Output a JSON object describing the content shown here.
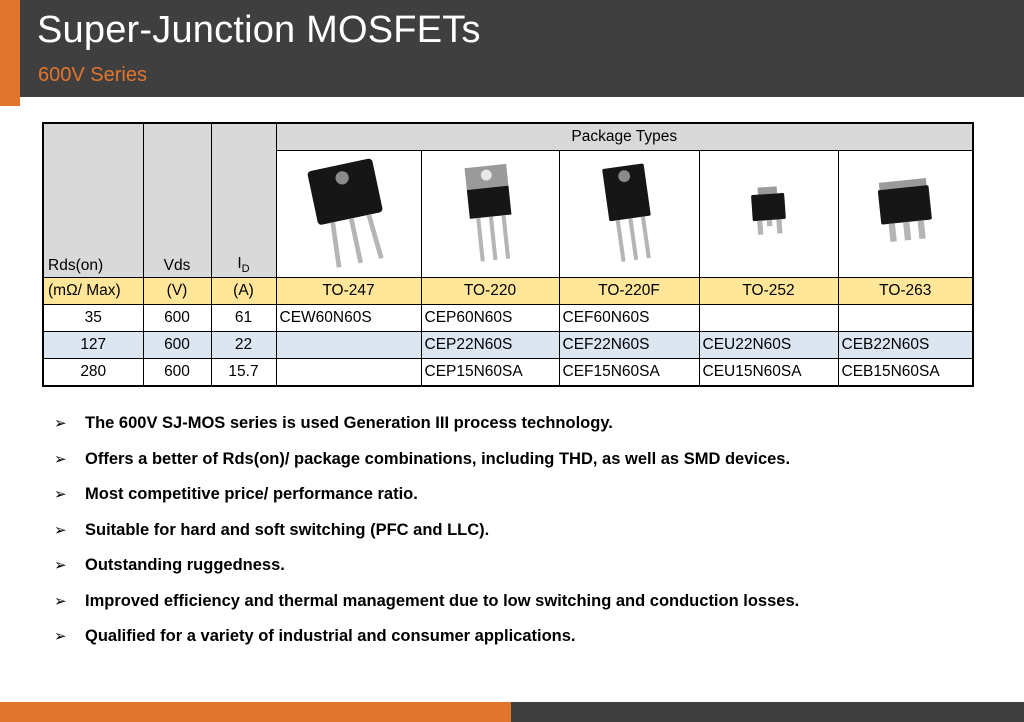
{
  "slide": {
    "title": "Super-Junction MOSFETs",
    "subtitle": "600V Series"
  },
  "table": {
    "package_types_header": "Package Types",
    "col_headers": {
      "rds": "Rds(on)",
      "rds_unit": "(mΩ/ Max)",
      "vds": "Vds",
      "vds_unit": "(V)",
      "id_main": "I",
      "id_sub": "D",
      "id_unit": "(A)"
    },
    "packages": [
      "TO-247",
      "TO-220",
      "TO-220F",
      "TO-252",
      "TO-263"
    ],
    "rows": [
      {
        "rds": "35",
        "vds": "600",
        "id": "61",
        "parts": [
          "CEW60N60S",
          "CEP60N60S",
          "CEF60N60S",
          "",
          ""
        ]
      },
      {
        "rds": "127",
        "vds": "600",
        "id": "22",
        "parts": [
          "",
          "CEP22N60S",
          "CEF22N60S",
          "CEU22N60S",
          "CEB22N60S"
        ]
      },
      {
        "rds": "280",
        "vds": "600",
        "id": "15.7",
        "parts": [
          "",
          "CEP15N60SA",
          "CEF15N60SA",
          "CEU15N60SA",
          "CEB15N60SA"
        ]
      }
    ]
  },
  "bullet_marker": "➢",
  "bullets": [
    "The 600V SJ-MOS series is used Generation III process technology.",
    "Offers a better of Rds(on)/ package combinations, including THD, as well as SMD devices.",
    "Most competitive price/ performance ratio.",
    "Suitable for hard and soft switching (PFC and LLC).",
    "Outstanding ruggedness.",
    "Improved efficiency and thermal management due to low switching and conduction losses.",
    "Qualified for a variety of industrial and consumer applications."
  ],
  "colors": {
    "accent_orange": "#e2752e",
    "header_dark": "#3f3f3f",
    "gold_row": "#ffe699",
    "blue_row": "#dce6f1",
    "gray_header": "#d9d9d9"
  }
}
